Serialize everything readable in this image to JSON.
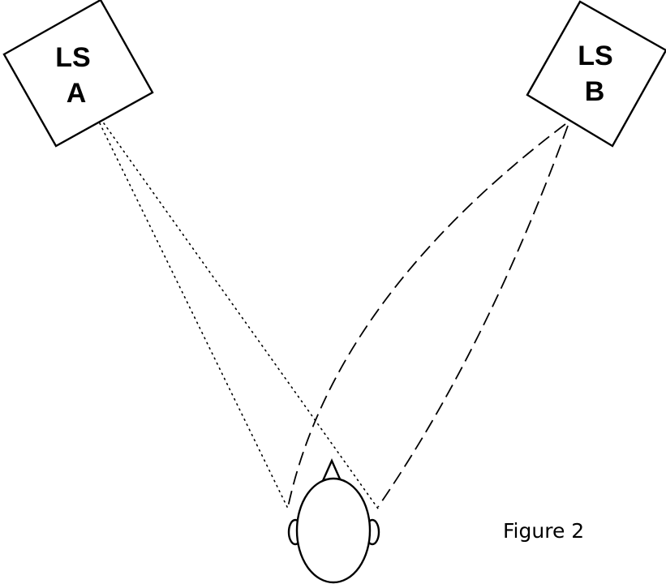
{
  "speakers": {
    "a": {
      "line1": "LS",
      "line2": "A"
    },
    "b": {
      "line1": "LS",
      "line2": "B"
    }
  },
  "caption": "Figure 2"
}
